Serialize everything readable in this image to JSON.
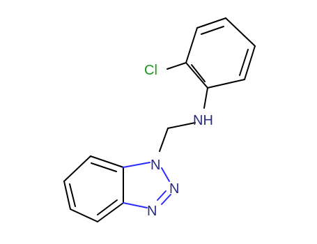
{
  "molecule": {
    "atom_labels": {
      "chlorine": "Cl",
      "amine": "NH",
      "n1": "N",
      "n2": "N",
      "n3": "N"
    },
    "colors": {
      "carbon_bond": "#000000",
      "nitrogen": "#2b2b80",
      "chlorine": "#1a9a1a",
      "background": "#ffffff"
    }
  }
}
